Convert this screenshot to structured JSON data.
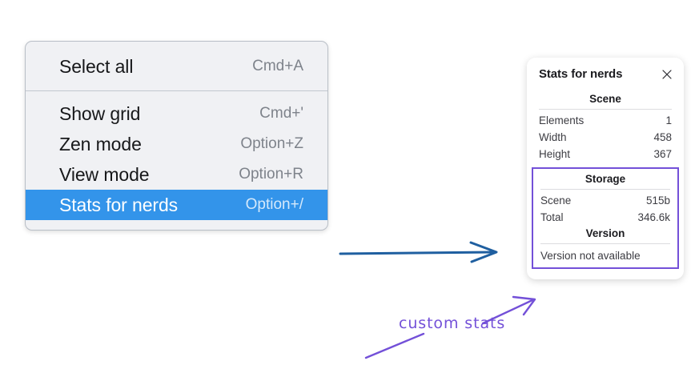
{
  "context_menu": {
    "groups": [
      {
        "items": [
          {
            "label": "Select all",
            "shortcut": "Cmd+A",
            "selected": false
          }
        ]
      },
      {
        "items": [
          {
            "label": "Show grid",
            "shortcut": "Cmd+'",
            "selected": false
          },
          {
            "label": "Zen mode",
            "shortcut": "Option+Z",
            "selected": false
          },
          {
            "label": "View mode",
            "shortcut": "Option+R",
            "selected": false
          },
          {
            "label": "Stats for nerds",
            "shortcut": "Option+/",
            "selected": true
          }
        ]
      }
    ],
    "highlight_color": "#3394ea"
  },
  "stats_panel": {
    "title": "Stats for nerds",
    "close_icon": "close-icon",
    "scene": {
      "heading": "Scene",
      "rows": [
        {
          "label": "Elements",
          "value": "1"
        },
        {
          "label": "Width",
          "value": "458"
        },
        {
          "label": "Height",
          "value": "367"
        }
      ]
    },
    "storage": {
      "heading": "Storage",
      "rows": [
        {
          "label": "Scene",
          "value": "515b"
        },
        {
          "label": "Total",
          "value": "346.6k"
        }
      ]
    },
    "version": {
      "heading": "Version",
      "text": "Version not available"
    },
    "highlight_border_color": "#7350d8"
  },
  "annotations": {
    "handwritten_label": "custom stats",
    "ink_color": "#7350d8",
    "arrow_color": "#1f5fa0"
  }
}
